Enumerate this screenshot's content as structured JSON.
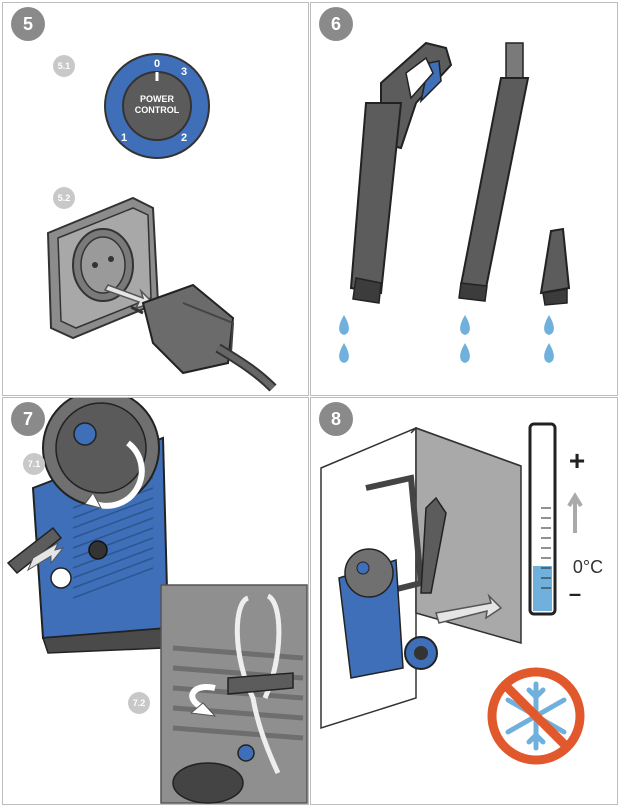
{
  "steps": {
    "s5": "5",
    "s6": "6",
    "s7": "7",
    "s8": "8"
  },
  "substeps": {
    "s5_1": "5.1",
    "s5_2": "5.2",
    "s7_1": "7.1",
    "s7_2": "7.2"
  },
  "dial": {
    "line1": "POWER",
    "line2": "CONTROL",
    "pos0": "0",
    "pos1": "1",
    "pos2": "2",
    "pos3": "3"
  },
  "thermometer": {
    "plus": "+",
    "minus": "–",
    "temp": "0°C"
  },
  "colors": {
    "accent_blue": "#3f6fb8",
    "light_blue": "#6fb1dc",
    "gray_dark": "#555555",
    "gray_step": "#8a8a8a",
    "warning_orange": "#e2582d"
  },
  "icons": [
    "power-dial-icon",
    "wall-socket-icon",
    "plug-icon",
    "gun-handle-icon",
    "lance-icon",
    "nozzle-icon",
    "water-drop-icon",
    "hose-reel-icon",
    "cord-hook-icon",
    "pressure-washer-icon",
    "thermometer-icon",
    "no-frost-icon"
  ]
}
